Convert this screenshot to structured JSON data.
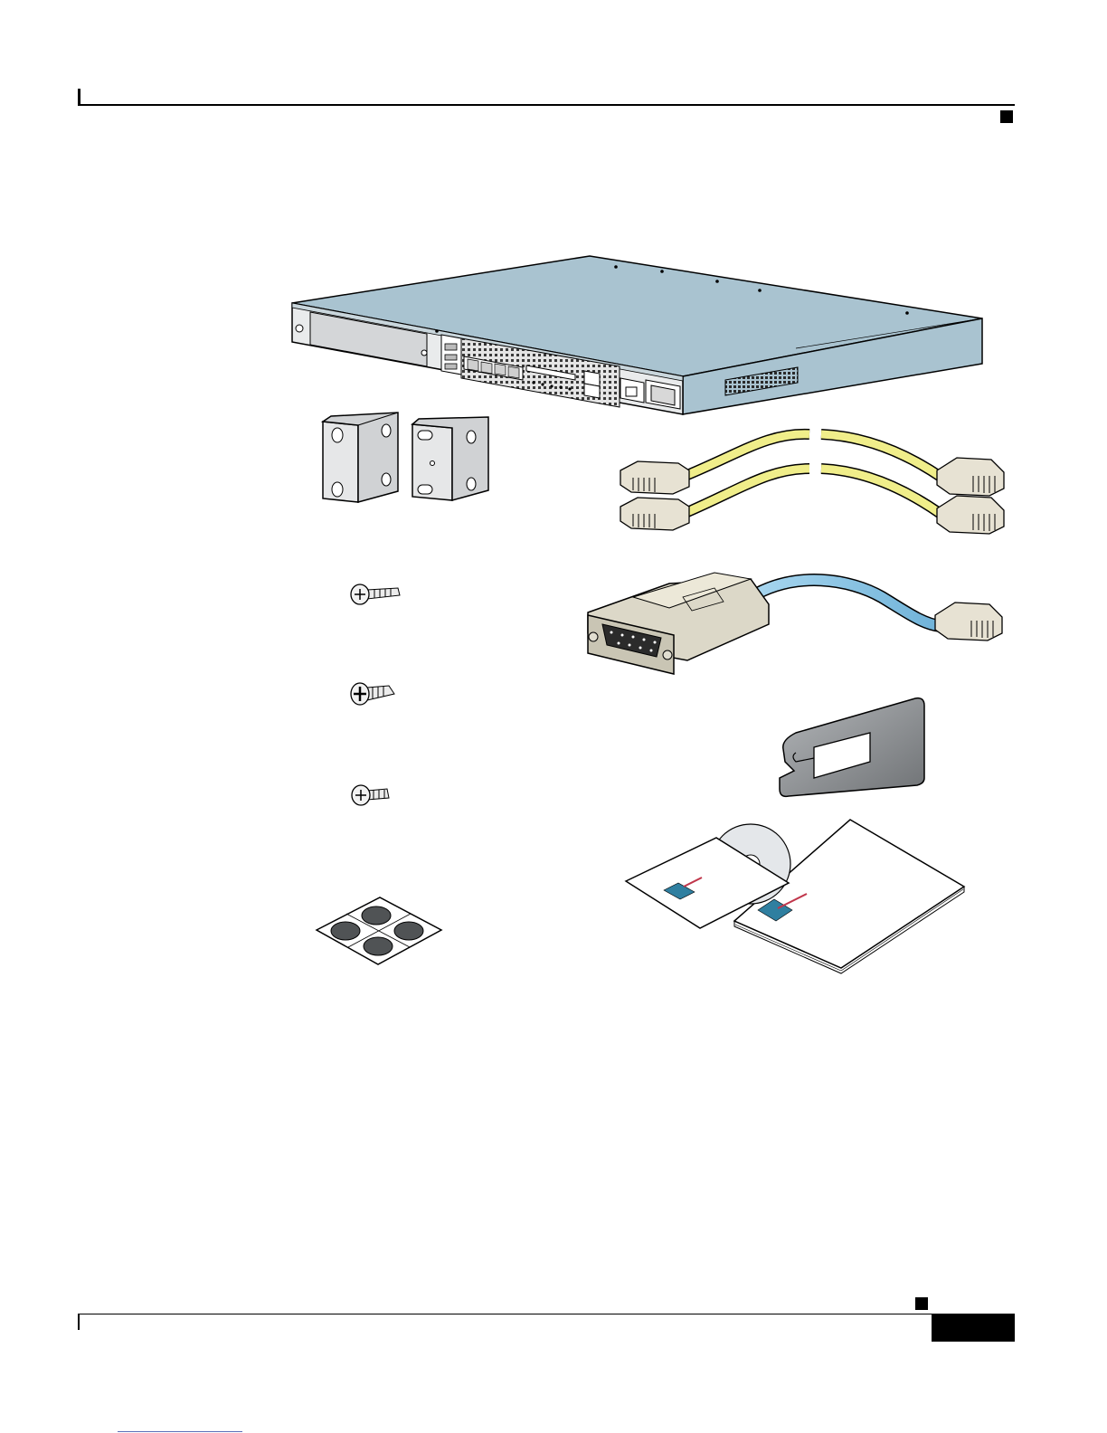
{
  "page": {
    "background": "#ffffff",
    "rule_color": "#000000",
    "link_rule_color": "#5b6fb8"
  },
  "figure": {
    "items": [
      {
        "name": "appliance-chassis",
        "icon": "rack-appliance-icon",
        "color": "#a9c3d0"
      },
      {
        "name": "rack-mount-brackets",
        "icon": "bracket-icon",
        "color": "#d7d9dc"
      },
      {
        "name": "ethernet-cables",
        "icon": "rj45-cable-icon",
        "color": "#f0ee8a"
      },
      {
        "name": "console-adapter-cable",
        "icon": "db9-adapter-icon",
        "color": "#8fc6e4"
      },
      {
        "name": "bracket-screw",
        "icon": "screw-icon"
      },
      {
        "name": "flathead-screw",
        "icon": "screw-icon"
      },
      {
        "name": "ground-screw",
        "icon": "screw-icon"
      },
      {
        "name": "cable-management-clip",
        "icon": "cable-clip-icon",
        "color": "#8e9194"
      },
      {
        "name": "rubber-feet",
        "icon": "rubber-feet-icon",
        "color": "#505355"
      },
      {
        "name": "documentation-and-cd",
        "icon": "document-cd-icon",
        "accent": "#2f7fa0"
      }
    ]
  }
}
